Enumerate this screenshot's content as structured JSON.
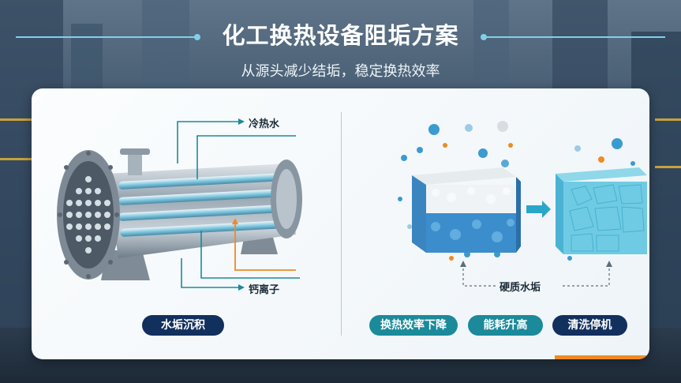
{
  "title": "化工换热设备阻垢方案",
  "subtitle": "从源头减少结垢，稳定换热效率",
  "left_panel": {
    "label_top": "冷热水",
    "label_bottom": "钙离子",
    "badge": "水垢沉积"
  },
  "right_panel": {
    "label_scale": "硬质水垢",
    "badges": [
      "换热效率下降",
      "能耗升高",
      "清洗停机"
    ]
  },
  "colors": {
    "navy": "#12305e",
    "teal": "#1b8a9a",
    "orange": "#f08a24",
    "arrow": "#1b8a9a"
  }
}
